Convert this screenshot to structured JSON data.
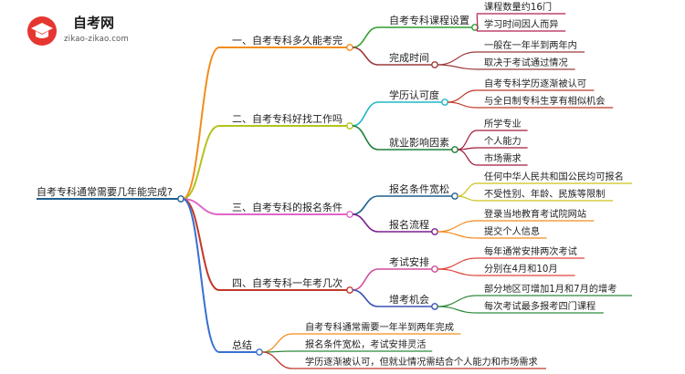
{
  "logo": {
    "title": "自考网",
    "subtitle": "zikao-zikao.com"
  },
  "root": "自考专科通常需要几年能完成?",
  "branches": [
    {
      "label": "一、自考专科多久能考完",
      "color": "#f28c1e",
      "children": [
        {
          "label": "自考专科课程设置",
          "color": "#2f9e2f",
          "children": [
            "课程数量约16门",
            "学习时间因人而异"
          ],
          "leafColor": "#b51e4e"
        },
        {
          "label": "完成时间",
          "color": "#9c3a3a",
          "children": [
            "一般在一年半到两年内",
            "取决于考试通过情况"
          ],
          "leafColor": "#9c3a3a"
        }
      ]
    },
    {
      "label": "二、自考专科好找工作吗",
      "color": "#b5c21c",
      "children": [
        {
          "label": "学历认可度",
          "color": "#1fb7c9",
          "children": [
            "自考专科学历逐渐被认可",
            "与全日制专科生享有相似机会"
          ],
          "leafColor": "#c0392b"
        },
        {
          "label": "就业影响因素",
          "color": "#1f7f3a",
          "children": [
            "所学专业",
            "个人能力",
            "市场需求"
          ],
          "leafColor": "#a01b3b"
        }
      ]
    },
    {
      "label": "三、自考专科的报名条件",
      "color": "#e066c8",
      "children": [
        {
          "label": "报名条件宽松",
          "color": "#1f5f8f",
          "children": [
            "任何中华人民共和国公民均可报名",
            "不受性别、年龄、民族等限制"
          ],
          "leafColor": "#c9c21c"
        },
        {
          "label": "报名流程",
          "color": "#7a1f8f",
          "children": [
            "登录当地教育考试院网站",
            "提交个人信息"
          ],
          "leafColor": "#f28c1e"
        }
      ]
    },
    {
      "label": "四、自考专科一年考几次",
      "color": "#c0392b",
      "children": [
        {
          "label": "考试安排",
          "color": "#d14d9b",
          "children": [
            "每年通常安排两次考试",
            "分别在4月和10月"
          ],
          "leafColor": "#e0453a"
        },
        {
          "label": "增考机会",
          "color": "#3a52b3",
          "children": [
            "部分地区可增加1月和7月的增考",
            "每次考试最多报考四门课程"
          ],
          "leafColor": "#2e8b3a"
        }
      ]
    },
    {
      "label": "总结",
      "color": "#3a6fd1",
      "children": [],
      "leaves": [
        {
          "label": "自考专科通常需要一年半到两年完成",
          "color": "#f28c1e"
        },
        {
          "label": "报名条件宽松，考试安排灵活",
          "color": "#2e8b3a"
        },
        {
          "label": "学历逐渐被认可，但就业情况需结合个人能力和市场需求",
          "color": "#c0392b"
        }
      ]
    }
  ]
}
